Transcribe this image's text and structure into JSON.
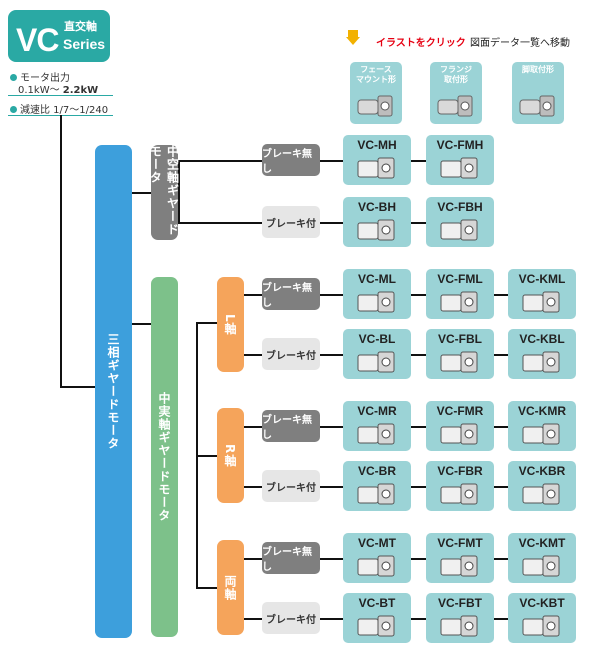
{
  "series_badge": {
    "vc": "VC",
    "jiku": "直交軸",
    "series": "Series"
  },
  "specs": [
    {
      "label": "モータ出力",
      "value_prefix": "0.1kW～ ",
      "value_bold": "2.2kW"
    },
    {
      "label": "減速比 1/7～1/240"
    }
  ],
  "click_hint": {
    "red": "イラストをクリック",
    "black": "図面データ一覧へ移動"
  },
  "mount_types": [
    "フェース\nマウント形",
    "フランジ\n取付形",
    "脚取付形"
  ],
  "motor_root": "三相ギヤードモータ",
  "hollow_shaft": "中空軸ギヤードモータ",
  "solid_shaft": "中実軸ギヤードモータ",
  "shaft_types": [
    "L軸",
    "R軸",
    "両軸"
  ],
  "brake_labels": {
    "none": "ブレーキ無し",
    "with": "ブレーキ付"
  },
  "rows": [
    {
      "brake": "none",
      "models": [
        "VC-MH",
        "VC-FMH"
      ]
    },
    {
      "brake": "with",
      "models": [
        "VC-BH",
        "VC-FBH"
      ]
    },
    {
      "brake": "none",
      "models": [
        "VC-ML",
        "VC-FML",
        "VC-KML"
      ]
    },
    {
      "brake": "with",
      "models": [
        "VC-BL",
        "VC-FBL",
        "VC-KBL"
      ]
    },
    {
      "brake": "none",
      "models": [
        "VC-MR",
        "VC-FMR",
        "VC-KMR"
      ]
    },
    {
      "brake": "with",
      "models": [
        "VC-BR",
        "VC-FBR",
        "VC-KBR"
      ]
    },
    {
      "brake": "none",
      "models": [
        "VC-MT",
        "VC-FMT",
        "VC-KMT"
      ]
    },
    {
      "brake": "with",
      "models": [
        "VC-BT",
        "VC-FBT",
        "VC-KBT"
      ]
    }
  ],
  "colors": {
    "teal": "#2aa9a4",
    "blue": "#3d9fdc",
    "green": "#7dc18a",
    "gray": "#7f7f7f",
    "orange": "#f5a45b",
    "card": "#9bd3d6",
    "red": "#e60012"
  }
}
